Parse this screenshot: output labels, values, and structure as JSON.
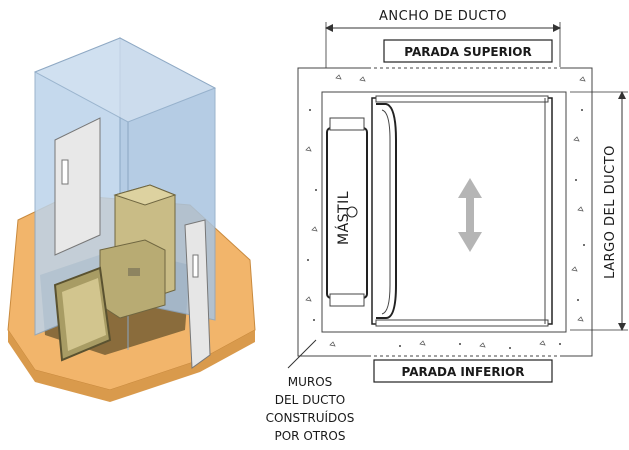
{
  "labels": {
    "width": "ANCHO DE DUCTO",
    "length": "LARGO DEL DUCTO",
    "top_stop": "PARADA SUPERIOR",
    "bottom_stop": "PARADA INFERIOR",
    "mast": "MÁSTIL",
    "walls_note": [
      "MUROS",
      "DEL DUCTO",
      "CONSTRUÍDOS",
      "POR OTROS"
    ]
  },
  "colors": {
    "shaft_glass": "#bcd3ea",
    "floor": "#f2b56b",
    "platform": "#c9bc86",
    "arrow": "#b5b5b5"
  }
}
